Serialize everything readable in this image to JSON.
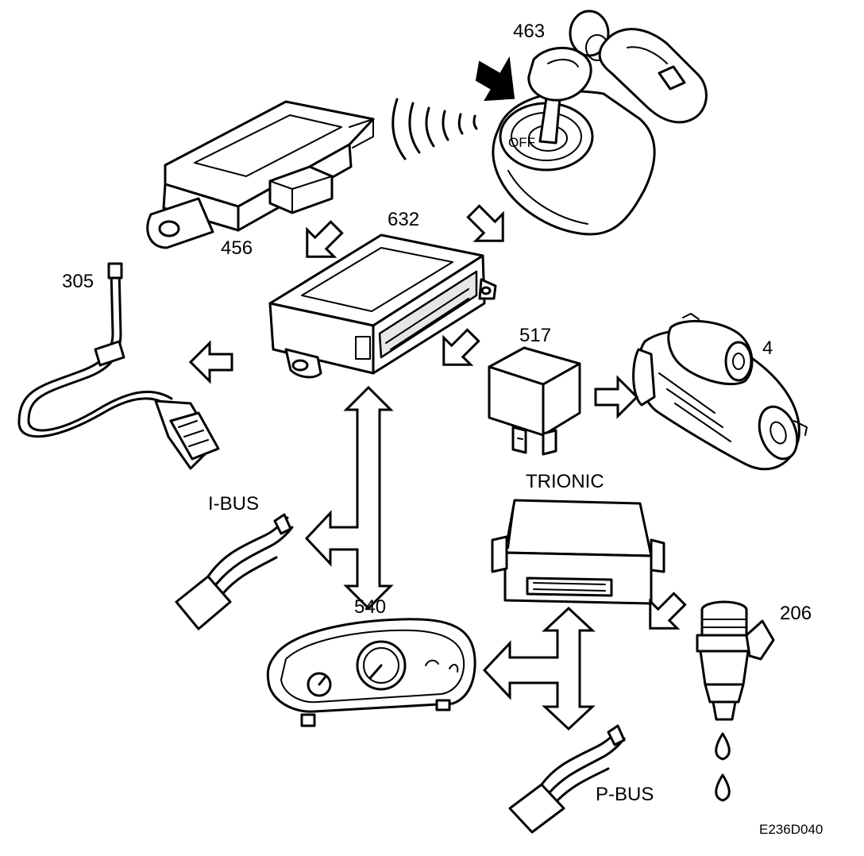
{
  "diagram": {
    "components": [
      {
        "id": "463",
        "label": "463",
        "icon": "ignition-key-fob-icon"
      },
      {
        "id": "456",
        "label": "456",
        "icon": "control-module-icon"
      },
      {
        "id": "632",
        "label": "632",
        "icon": "control-module-icon"
      },
      {
        "id": "305",
        "label": "305",
        "icon": "antenna-cable-icon"
      },
      {
        "id": "517",
        "label": "517",
        "icon": "relay-icon"
      },
      {
        "id": "4",
        "label": "4",
        "icon": "starter-motor-icon"
      },
      {
        "id": "trionic",
        "label": "TRIONIC",
        "icon": "engine-control-module-icon"
      },
      {
        "id": "540",
        "label": "540",
        "icon": "instrument-cluster-icon"
      },
      {
        "id": "206",
        "label": "206",
        "icon": "fuel-injector-icon"
      }
    ],
    "buses": {
      "ibus": "I-BUS",
      "pbus": "P-BUS"
    },
    "figure_code": "E236D040"
  }
}
